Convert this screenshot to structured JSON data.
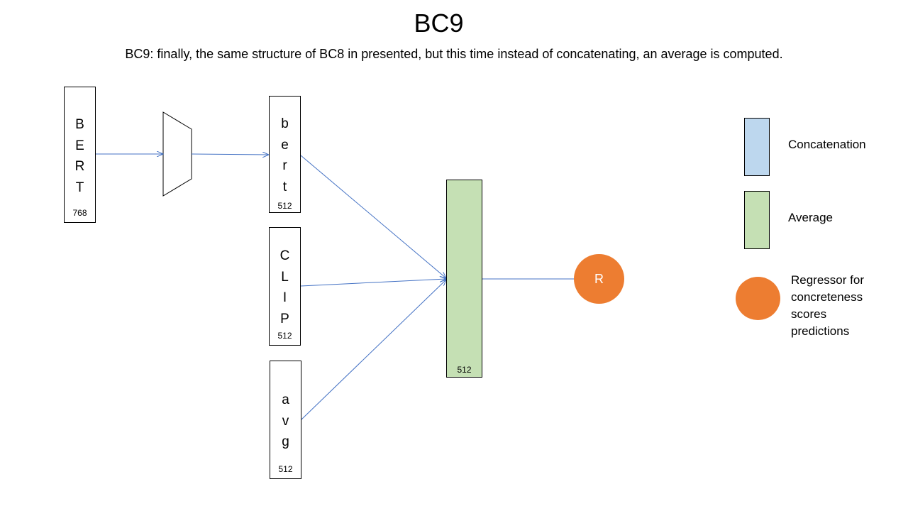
{
  "title": "BC9",
  "subtitle": "BC9: finally,  the same structure of BC8 in presented,  but this time instead of concatenating, an average is computed.",
  "nodes": {
    "bert_input": {
      "label": "B\nE\nR\nT",
      "dim": "768"
    },
    "bert": {
      "label": "b\ne\nr\nt",
      "dim": "512"
    },
    "clip": {
      "label": "C\nL\nI\nP",
      "dim": "512"
    },
    "avg": {
      "label": "a\nv\ng",
      "dim": "512"
    },
    "average_layer": {
      "dim": "512"
    },
    "regressor": {
      "label": "R"
    }
  },
  "legend": {
    "concatenation": "Concatenation",
    "average": "Average",
    "regressor": "Regressor for\nconcreteness\nscores\npredictions"
  },
  "colors": {
    "concatenation": "#bdd7ee",
    "average": "#c5e0b4",
    "regressor": "#ed7d31",
    "arrow": "#4472c4"
  }
}
